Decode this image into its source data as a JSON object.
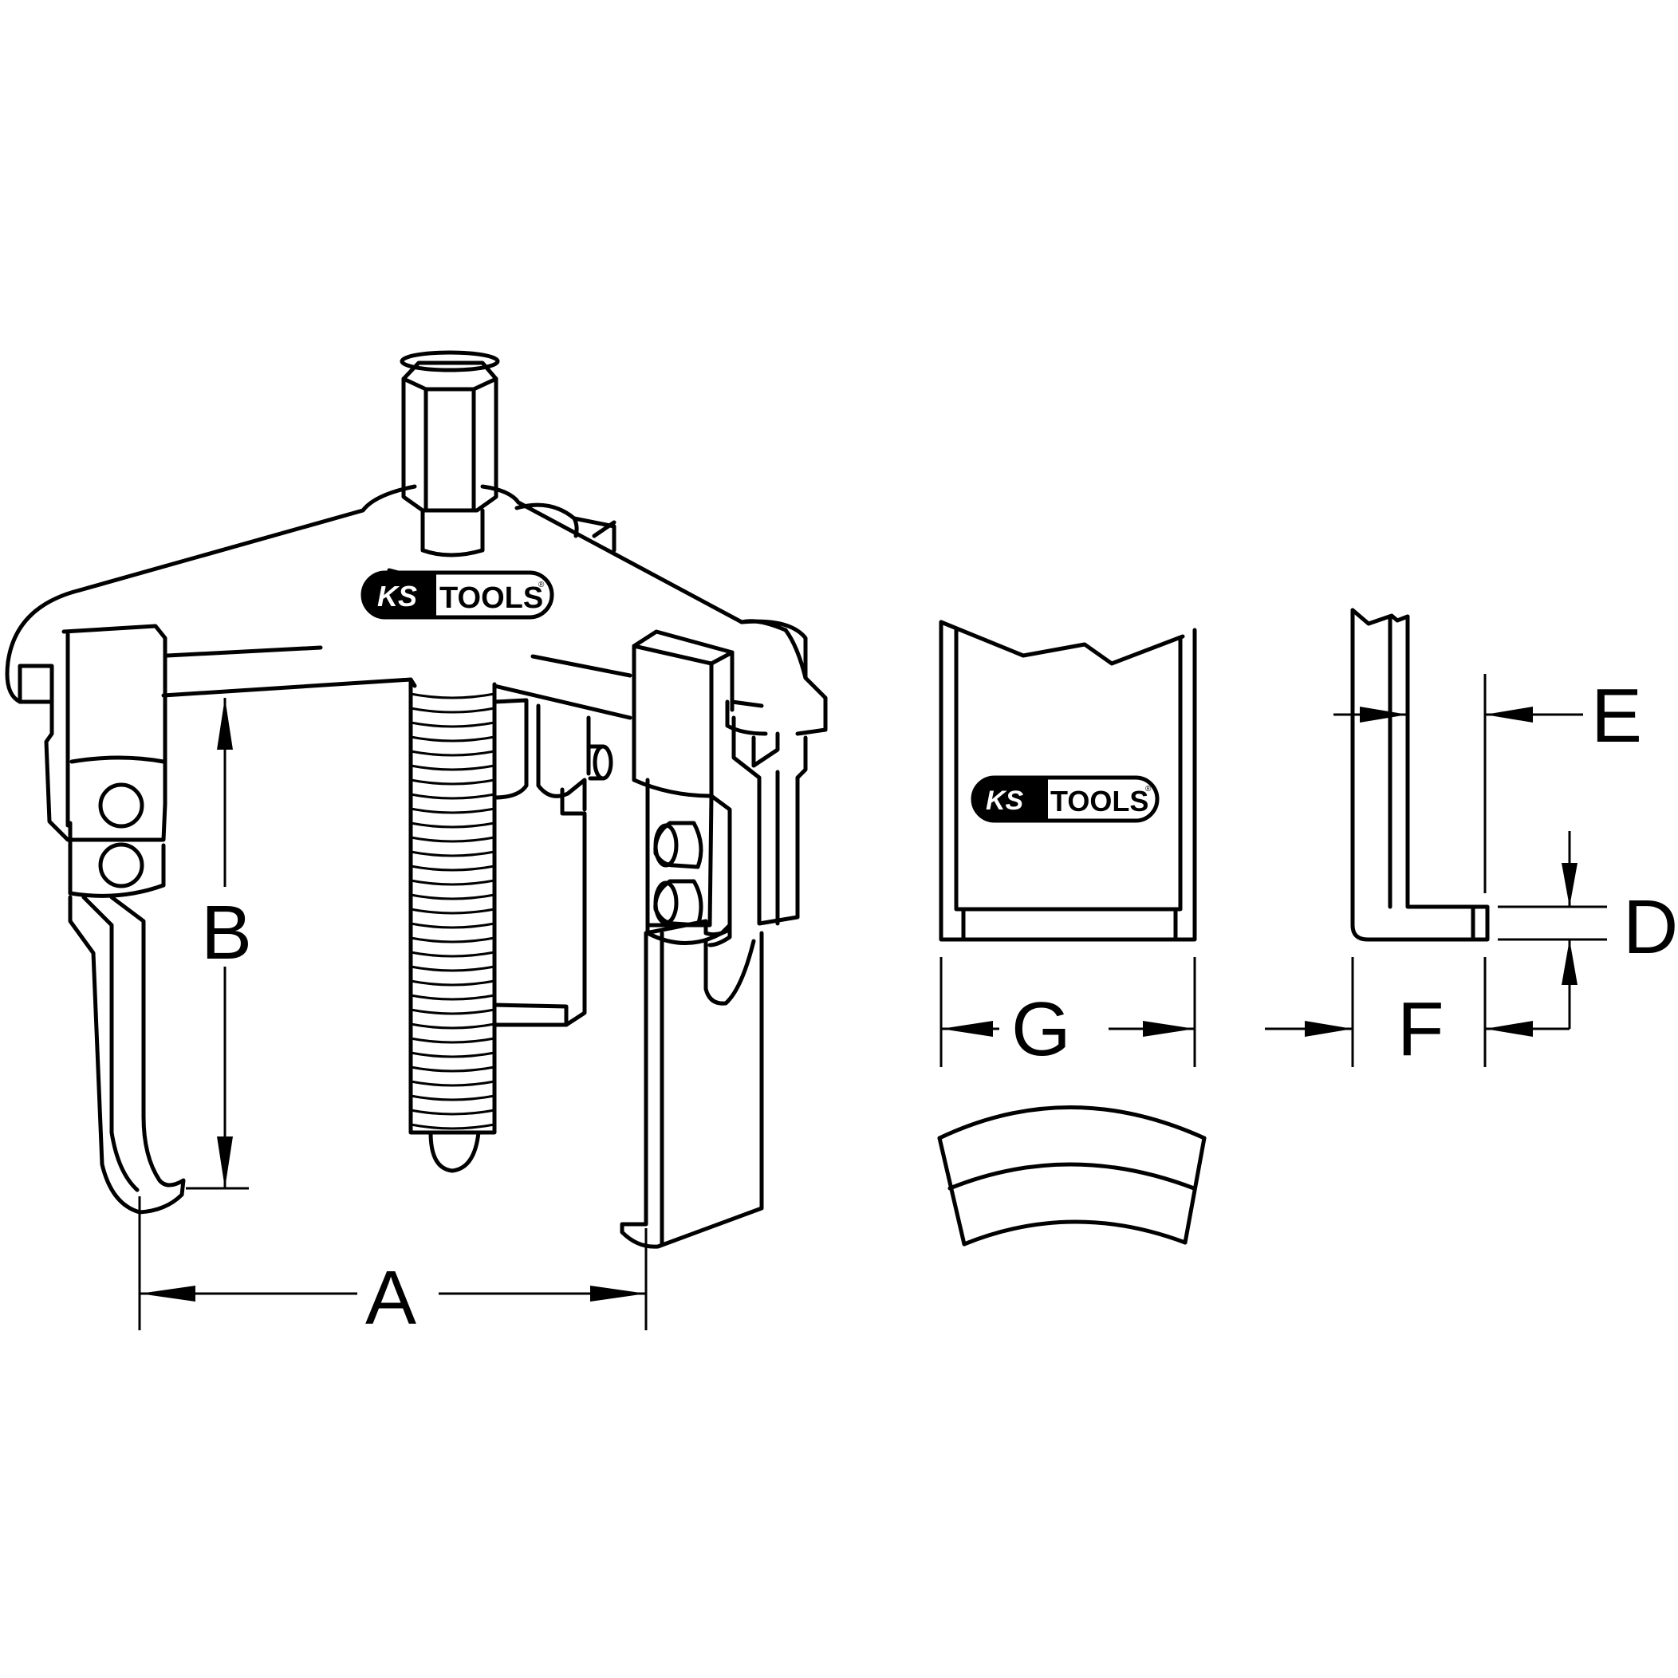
{
  "diagram": {
    "subject": "Three-arm puller with exchangeable jaws",
    "brand": {
      "ks": "KS",
      "tools": "TOOLS",
      "registered": "®"
    },
    "colors": {
      "line": "#000000",
      "background": "#ffffff"
    },
    "dimensions": {
      "A": "A",
      "B": "B",
      "D": "D",
      "E": "E",
      "F": "F",
      "G": "G"
    },
    "views": [
      {
        "id": "puller-assembly",
        "labels": [
          "A",
          "B"
        ]
      },
      {
        "id": "jaw-front-view",
        "labels": [
          "G"
        ]
      },
      {
        "id": "jaw-side-view",
        "labels": [
          "D",
          "E",
          "F"
        ]
      },
      {
        "id": "jaw-top-view",
        "labels": []
      }
    ]
  }
}
